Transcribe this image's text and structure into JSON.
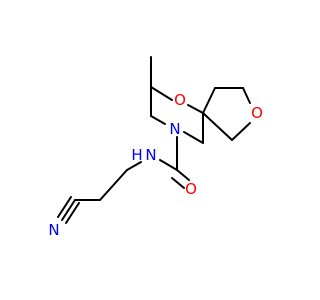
{
  "molecule": {
    "atoms": {
      "N_ring": "N",
      "N_amide": "N",
      "H_amide": "H",
      "O_ring_top": "O",
      "O_ring_right": "O",
      "O_carbonyl": "O",
      "N_nitrile": "N"
    },
    "colors": {
      "nitrogen": "#0000ff",
      "oxygen": "#ff0000",
      "carbon": "#000000"
    }
  }
}
